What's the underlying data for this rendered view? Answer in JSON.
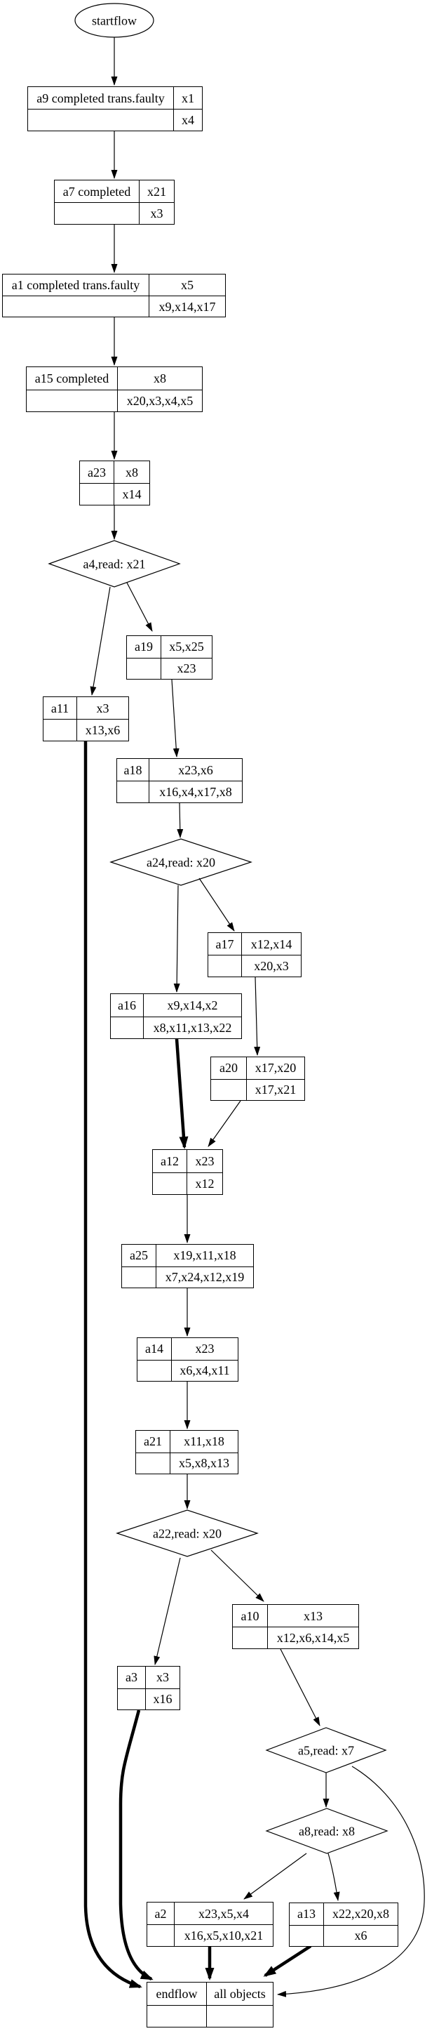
{
  "diagram_type": "workflow-graph",
  "colors": {
    "line": "#000000",
    "background": "#ffffff"
  },
  "start": {
    "label": "startflow"
  },
  "nodes": [
    {
      "id": "a9",
      "label": "a9 completed trans.faulty",
      "reads": "x1",
      "writes": "x4"
    },
    {
      "id": "a7",
      "label": "a7 completed",
      "reads": "x21",
      "writes": "x3"
    },
    {
      "id": "a1",
      "label": "a1 completed trans.faulty",
      "reads": "x5",
      "writes": "x9,x14,x17"
    },
    {
      "id": "a15",
      "label": "a15 completed",
      "reads": "x8",
      "writes": "x20,x3,x4,x5"
    },
    {
      "id": "a23",
      "label": "a23",
      "reads": "x8",
      "writes": "x14"
    },
    {
      "id": "a19",
      "label": "a19",
      "reads": "x5,x25",
      "writes": "x23"
    },
    {
      "id": "a11",
      "label": "a11",
      "reads": "x3",
      "writes": "x13,x6"
    },
    {
      "id": "a18",
      "label": "a18",
      "reads": "x23,x6",
      "writes": "x16,x4,x17,x8"
    },
    {
      "id": "a17",
      "label": "a17",
      "reads": "x12,x14",
      "writes": "x20,x3"
    },
    {
      "id": "a16",
      "label": "a16",
      "reads": "x9,x14,x2",
      "writes": "x8,x11,x13,x22"
    },
    {
      "id": "a20",
      "label": "a20",
      "reads": "x17,x20",
      "writes": "x17,x21"
    },
    {
      "id": "a12",
      "label": "a12",
      "reads": "x23",
      "writes": "x12"
    },
    {
      "id": "a25",
      "label": "a25",
      "reads": "x19,x11,x18",
      "writes": "x7,x24,x12,x19"
    },
    {
      "id": "a14",
      "label": "a14",
      "reads": "x23",
      "writes": "x6,x4,x11"
    },
    {
      "id": "a21",
      "label": "a21",
      "reads": "x11,x18",
      "writes": "x5,x8,x13"
    },
    {
      "id": "a10",
      "label": "a10",
      "reads": "x13",
      "writes": "x12,x6,x14,x5"
    },
    {
      "id": "a3",
      "label": "a3",
      "reads": "x3",
      "writes": "x16"
    },
    {
      "id": "a2",
      "label": "a2",
      "reads": "x23,x5,x4",
      "writes": "x16,x5,x10,x21"
    },
    {
      "id": "a13",
      "label": "a13",
      "reads": "x22,x20,x8",
      "writes": "x6"
    }
  ],
  "decisions": [
    {
      "id": "a4",
      "label": "a4,read: x21"
    },
    {
      "id": "a24",
      "label": "a24,read: x20"
    },
    {
      "id": "a22",
      "label": "a22,read: x20"
    },
    {
      "id": "a5",
      "label": "a5,read: x7"
    },
    {
      "id": "a8",
      "label": "a8,read: x8"
    }
  ],
  "end": {
    "label": "endflow",
    "objects_label": "all objects"
  }
}
